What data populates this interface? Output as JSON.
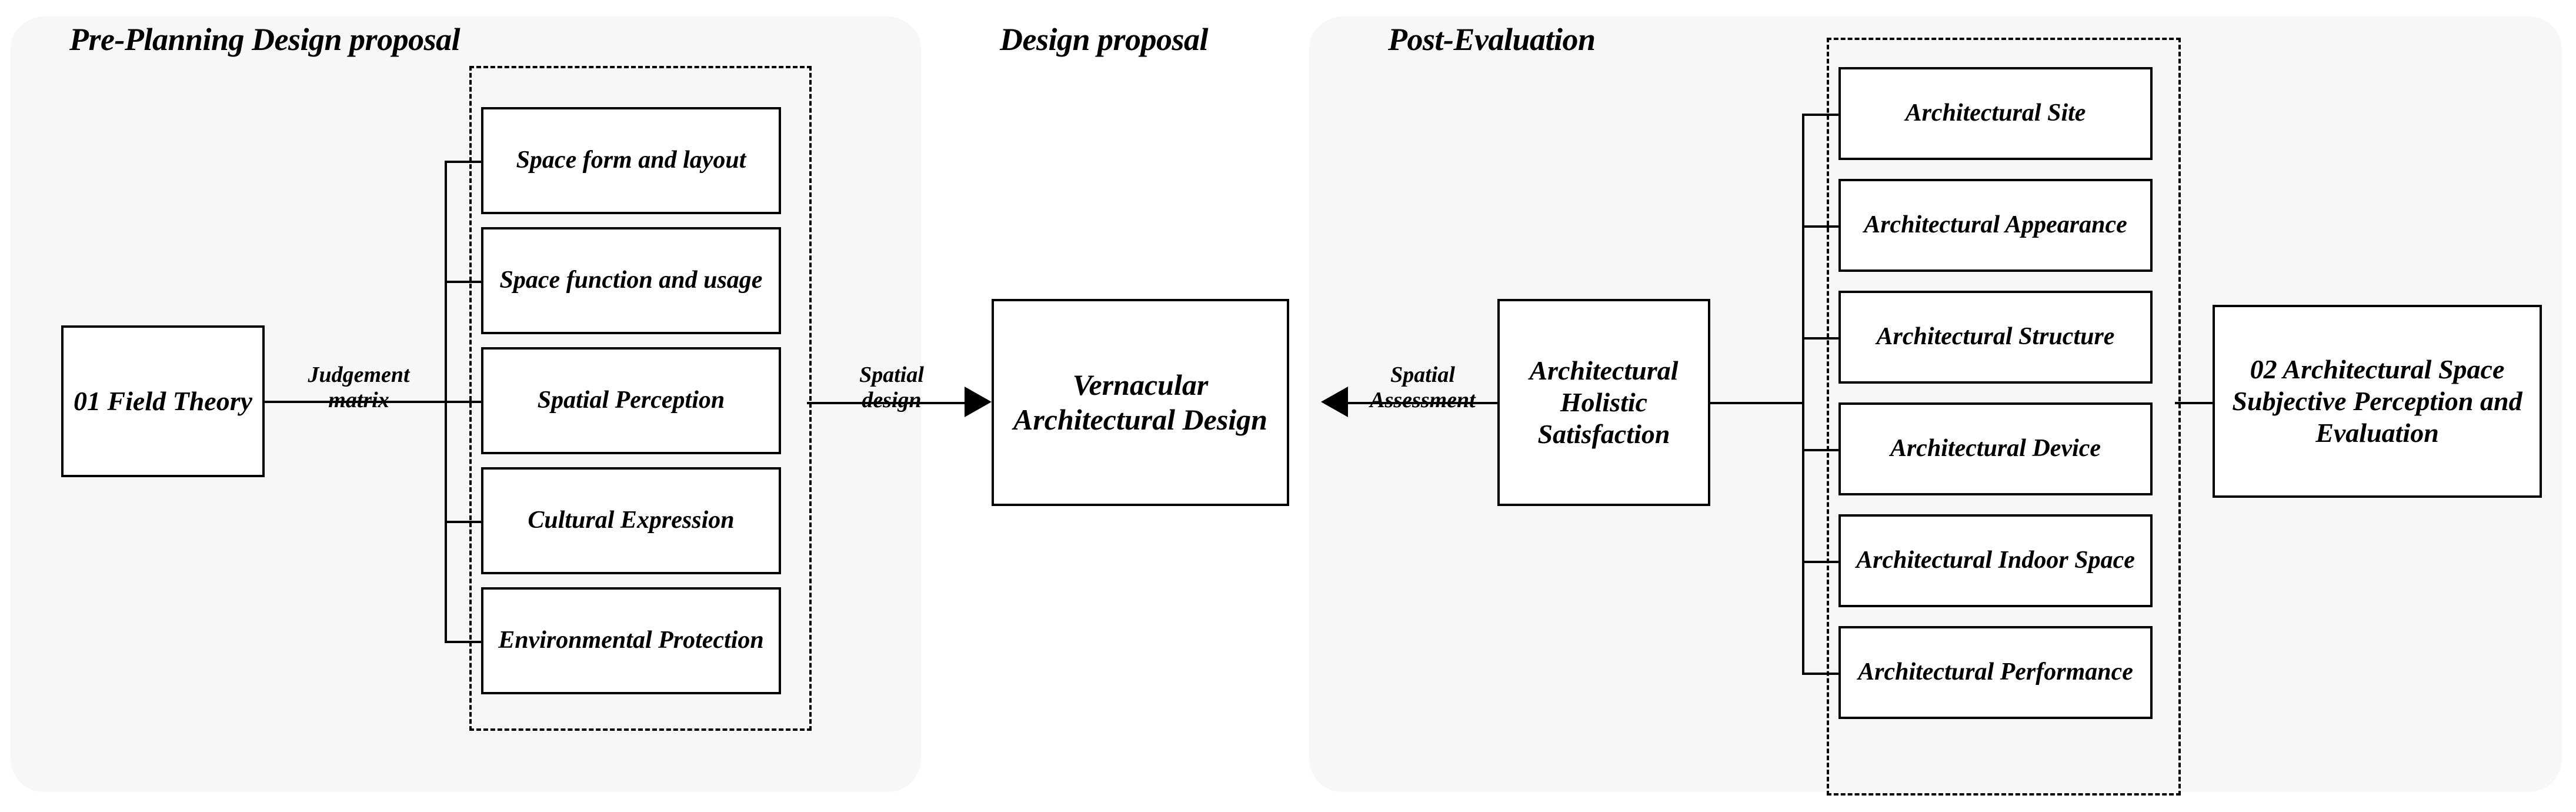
{
  "diagram": {
    "title": "Vernacular Architectural Design research framework"
  },
  "sections": {
    "pre_planning": "Pre-Planning Design proposal",
    "design_proposal": "Design proposal",
    "post_evaluation": "Post-Evaluation"
  },
  "nodes": {
    "field_theory": "01 Field Theory",
    "vernacular_design": "Vernacular Architectural Design",
    "holistic_satisfaction": "Architectural Holistic Satisfaction",
    "outcome": "02 Architectural Space Subjective Perception  and Evaluation"
  },
  "criteria": [
    {
      "label": "Space form and layout"
    },
    {
      "label": "Space function and usage"
    },
    {
      "label": "Spatial Perception"
    },
    {
      "label": "Cultural Expression"
    },
    {
      "label": "Environmental Protection"
    }
  ],
  "evaluation_items": [
    {
      "label": "Architectural Site"
    },
    {
      "label": "Architectural Appearance"
    },
    {
      "label": "Architectural Structure"
    },
    {
      "label": "Architectural Device"
    },
    {
      "label": "Architectural Indoor Space"
    },
    {
      "label": "Architectural Performance"
    }
  ],
  "edge_labels": {
    "judgement_matrix": "Judgement\nmatrix",
    "spatial_design": "Spatial\ndesign",
    "spatial_assessment": "Spatial\nAssessment"
  },
  "colors": {
    "panel_background": "#f7f7f7",
    "page_background": "#ffffff",
    "stroke": "#000000",
    "node_fill": "#ffffff"
  }
}
